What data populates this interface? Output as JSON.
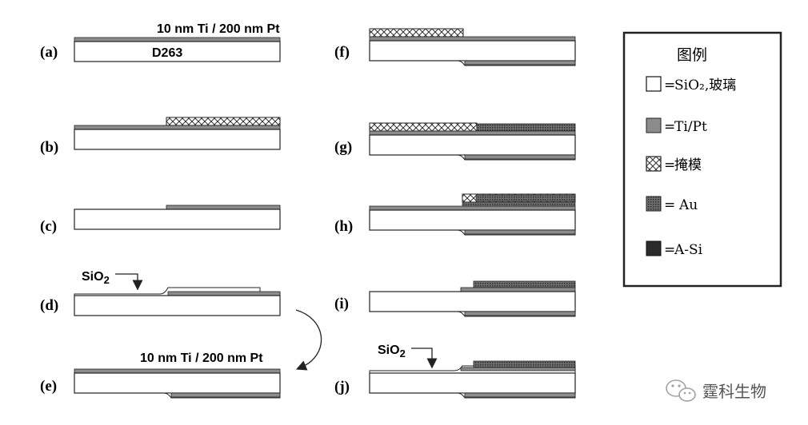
{
  "top_caption": "10 nm Ti / 200 nm Pt",
  "bottom_caption": "10 nm Ti / 200 nm Pt",
  "substrate_label": "D263",
  "sio2_labels": {
    "d": "SiO2",
    "j": "SiO2"
  },
  "steps": {
    "a": "(a)",
    "b": "(b)",
    "c": "(c)",
    "d": "(d)",
    "e": "(e)",
    "f": "(f)",
    "g": "(g)",
    "h": "(h)",
    "i": "(i)",
    "j": "(j)"
  },
  "legend": {
    "title": "图例",
    "items": {
      "glass": "SiO₂,玻璃",
      "tipt": "Ti/Pt",
      "mask": "掩模",
      "au": "Au",
      "asi": "A-Si"
    },
    "prefix": "="
  },
  "watermark": "霆科生物",
  "colors": {
    "tipt": "#8c8c8c",
    "au": "#555555",
    "asi": "#2a2a2a",
    "outline": "#222222"
  }
}
